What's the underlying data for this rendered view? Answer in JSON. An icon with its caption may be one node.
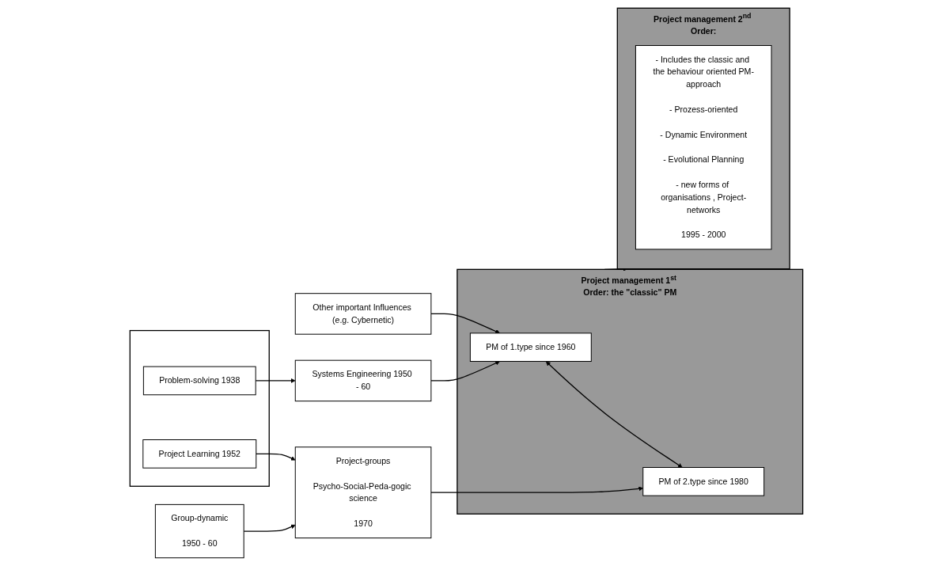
{
  "diagram": {
    "nodes": [
      {
        "text": [],
        "shape": "box"
      },
      {
        "text": [
          "Problem-solving 1938"
        ],
        "in": 0
      },
      {
        "text": [
          "Project Learning 1952"
        ],
        "in": 0
      },
      {
        "text": [
          "Other important Influences (e.g. Cybernetic)"
        ]
      },
      {
        "text": [
          "Systems Engineering 1950 - 60"
        ]
      },
      {
        "text": [
          "Project-groups",
          "Psycho-Social-Peda-gogic science",
          "1970"
        ]
      },
      {
        "text": [
          "Group-dynamic",
          "1950 - 60"
        ]
      },
      {
        "text": [
          "Project management 1$^{st}$ Order: the \"classic\" PM"
        ]
      },
      {
        "text": [
          "PM of 1.type since 1960"
        ],
        "in": 7
      },
      {
        "text": [
          "PM of 2.type since 1980"
        ],
        "in": 7
      },
      {
        "text": [
          "Project management 2$^{nd}$ Order:"
        ]
      },
      {
        "text": [
          "- Includes the classic and the behaviour oriented PM-approach",
          "- Prozess-oriented",
          "- Dynamic Environment",
          "- Evolutional Planning",
          "- new forms of organisations , Project-networks",
          "1995 - 2000"
        ],
        "in": 10
      }
    ],
    "edges": [
      {
        "from": 1,
        "to": 4,
        "arrow": "to"
      },
      {
        "from": 3,
        "to": 8,
        "arrow": "to"
      },
      {
        "from": 4,
        "to": 8,
        "arrow": "to"
      },
      {
        "from": 2,
        "to": 5,
        "arrow": "to"
      },
      {
        "from": 5,
        "to": 9,
        "arrow": "to"
      },
      {
        "from": 6,
        "to": 5,
        "arrow": "to"
      },
      {
        "from": 8,
        "to": 9,
        "arrow": "both"
      },
      {
        "from": 7,
        "to": 10,
        "arrow": "to"
      }
    ]
  }
}
